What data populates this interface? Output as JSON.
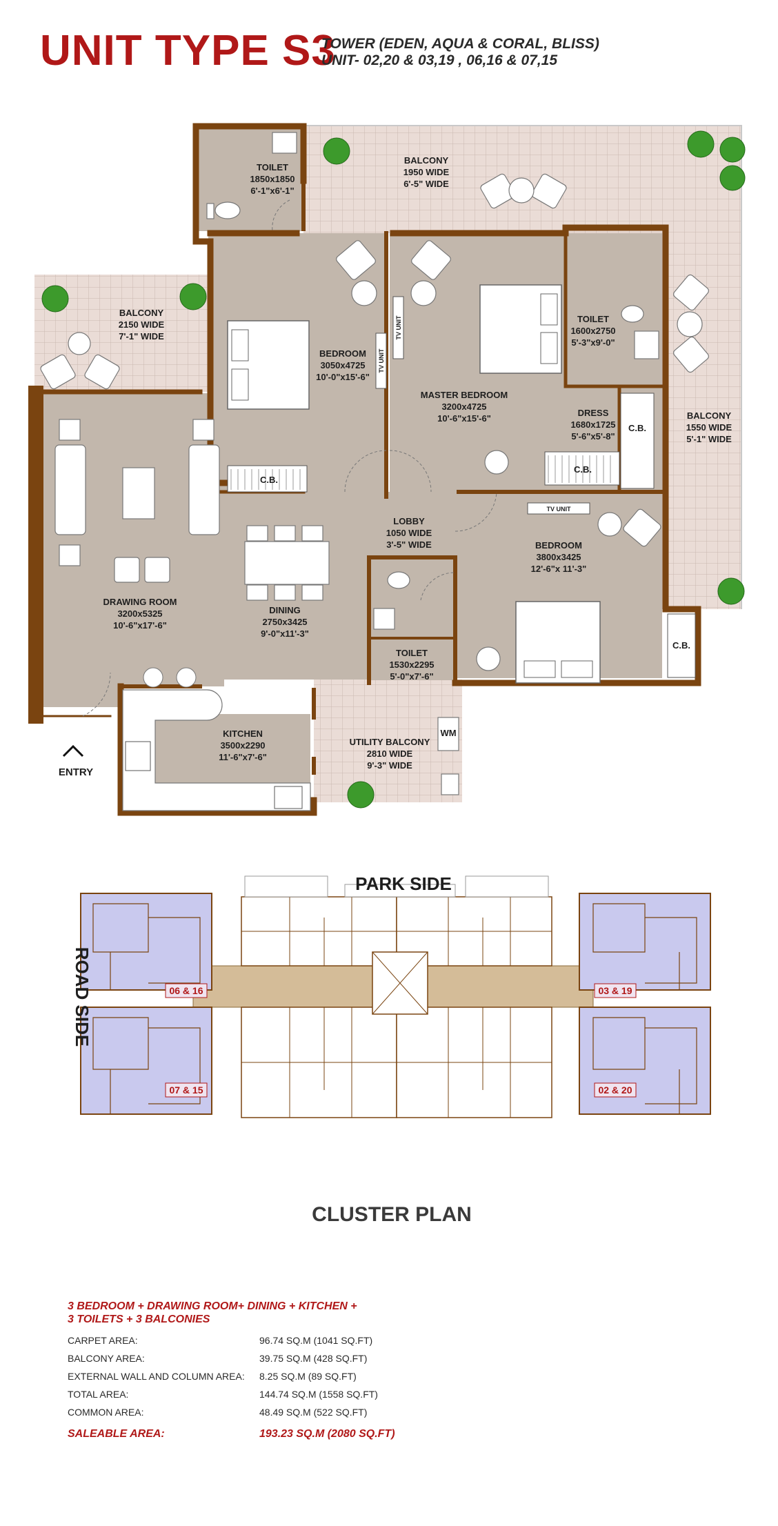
{
  "header": {
    "title": "UNIT TYPE S3",
    "tower_line": "TOWER (EDEN, AQUA & CORAL, BLISS)",
    "unit_line": "UNIT- 02,20 & 03,19 , 06,16 & 07,15"
  },
  "rooms": {
    "toilet1": {
      "name": "TOILET",
      "size": "1850x1850",
      "feet": "6'-1\"x6'-1\""
    },
    "balcony_top": {
      "name": "BALCONY",
      "size": "1950 WIDE",
      "feet": "6'-5\" WIDE"
    },
    "balcony_left": {
      "name": "BALCONY",
      "size": "2150 WIDE",
      "feet": "7'-1\" WIDE"
    },
    "bedroom1": {
      "name": "BEDROOM",
      "size": "3050x4725",
      "feet": "10'-0\"x15'-6\""
    },
    "master": {
      "name": "MASTER BEDROOM",
      "size": "3200x4725",
      "feet": "10'-6\"x15'-6\""
    },
    "toilet2": {
      "name": "TOILET",
      "size": "1600x2750",
      "feet": "5'-3\"x9'-0\""
    },
    "dress": {
      "name": "DRESS",
      "size": "1680x1725",
      "feet": "5'-6\"x5'-8\""
    },
    "balcony_right": {
      "name": "BALCONY",
      "size": "1550 WIDE",
      "feet": "5'-1\" WIDE"
    },
    "drawing": {
      "name": "DRAWING ROOM",
      "size": "3200x5325",
      "feet": "10'-6\"x17'-6\""
    },
    "dining": {
      "name": "DINING",
      "size": "2750x3425",
      "feet": "9'-0\"x11'-3\""
    },
    "lobby": {
      "name": "LOBBY",
      "size": "1050 WIDE",
      "feet": "3'-5\" WIDE"
    },
    "bedroom2": {
      "name": "BEDROOM",
      "size": "3800x3425",
      "feet": "12'-6\"x 11'-3\""
    },
    "toilet3": {
      "name": "TOILET",
      "size": "1530x2295",
      "feet": "5'-0\"x7'-6\""
    },
    "kitchen": {
      "name": "KITCHEN",
      "size": "3500x2290",
      "feet": "11'-6\"x7'-6\""
    },
    "utility": {
      "name": "UTILITY BALCONY",
      "size": "2810 WIDE",
      "feet": "9'-3\" WIDE"
    }
  },
  "fixtures": {
    "tv_unit": "TV UNIT",
    "cb": "C.B.",
    "wm": "WM",
    "entry": "ENTRY"
  },
  "cluster": {
    "park_side": "PARK SIDE",
    "road_side": "ROAD SIDE",
    "title": "CLUSTER PLAN",
    "units": [
      "06 & 16",
      "03 & 19",
      "07 & 15",
      "02 & 20"
    ]
  },
  "summary": {
    "headline1": "3 BEDROOM + DRAWING ROOM+ DINING + KITCHEN +",
    "headline2": "3 TOILETS + 3 BALCONIES",
    "rows": [
      {
        "label": "CARPET AREA:",
        "value": "96.74 SQ.M (1041 SQ.FT)"
      },
      {
        "label": "BALCONY AREA:",
        "value": "39.75 SQ.M (428 SQ.FT)"
      },
      {
        "label": "EXTERNAL WALL AND COLUMN AREA:",
        "value": "8.25 SQ.M (89 SQ.FT)"
      },
      {
        "label": "TOTAL AREA:",
        "value": "144.74 SQ.M (1558 SQ.FT)"
      },
      {
        "label": "COMMON AREA:",
        "value": "48.49 SQ.M (522 SQ.FT)"
      }
    ],
    "saleable_label": "SALEABLE AREA:",
    "saleable_value": "193.23 SQ.M (2080 SQ.FT)"
  },
  "colors": {
    "accent": "#b01818",
    "wall": "#7a4410",
    "room": "#c2b7ac",
    "tile": "#e8dcd6",
    "unit_highlight": "#c9c9ee"
  }
}
